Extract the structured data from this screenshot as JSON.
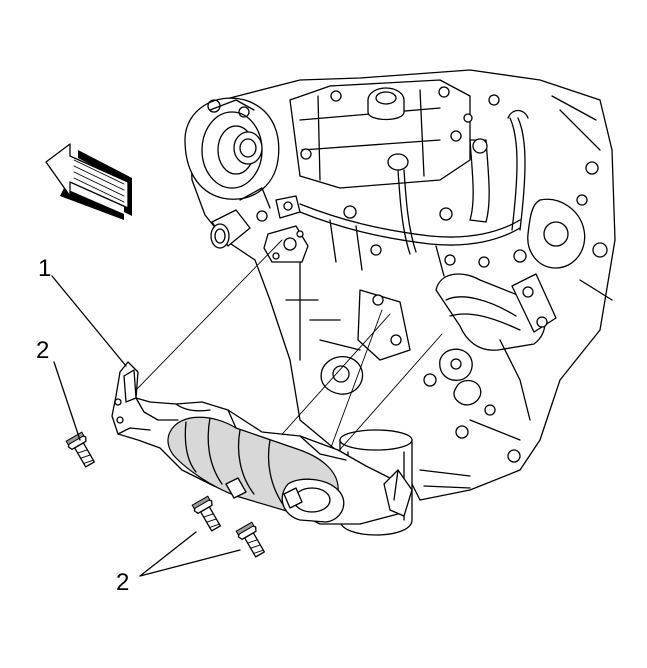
{
  "callouts": {
    "shield": "1",
    "bolt_left": "2",
    "bolts_bottom": "2"
  },
  "icons": {
    "direction_arrow": "front-direction-arrow-icon",
    "bolt": "bolt-icon"
  }
}
